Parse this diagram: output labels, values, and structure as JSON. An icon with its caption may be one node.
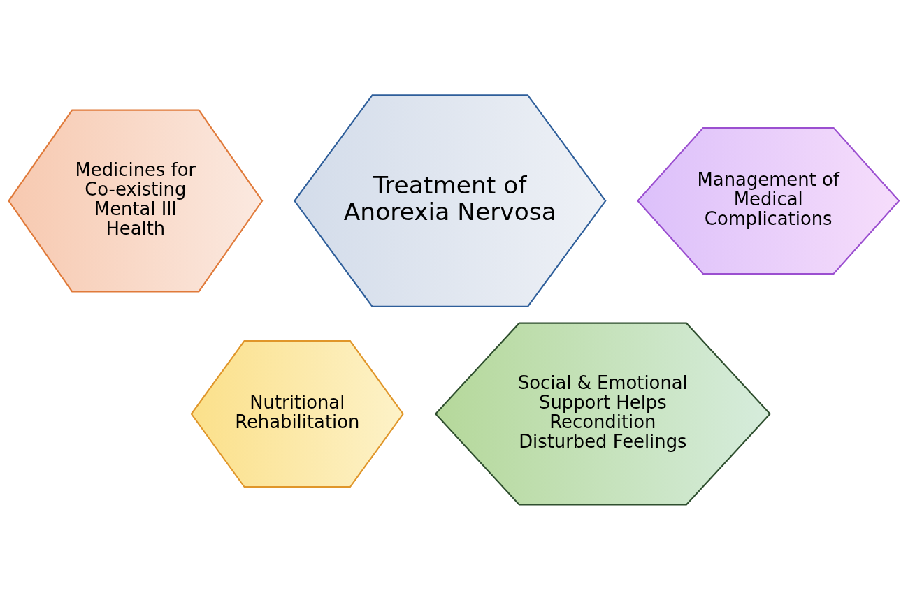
{
  "diagram": {
    "nodes": [
      {
        "text": [
          "Medicines for Co-existing Mental Ill Health"
        ]
      },
      {
        "text": [
          "Treatment of Anorexia Nervosa"
        ]
      },
      {
        "text": [
          "Management of Medical Complications"
        ]
      },
      {
        "text": [
          "Nutritional Rehabilitation"
        ]
      },
      {
        "text": [
          "Social & Emotional Support Helps Recondition Disturbed Feelings"
        ]
      }
    ],
    "edges": []
  }
}
